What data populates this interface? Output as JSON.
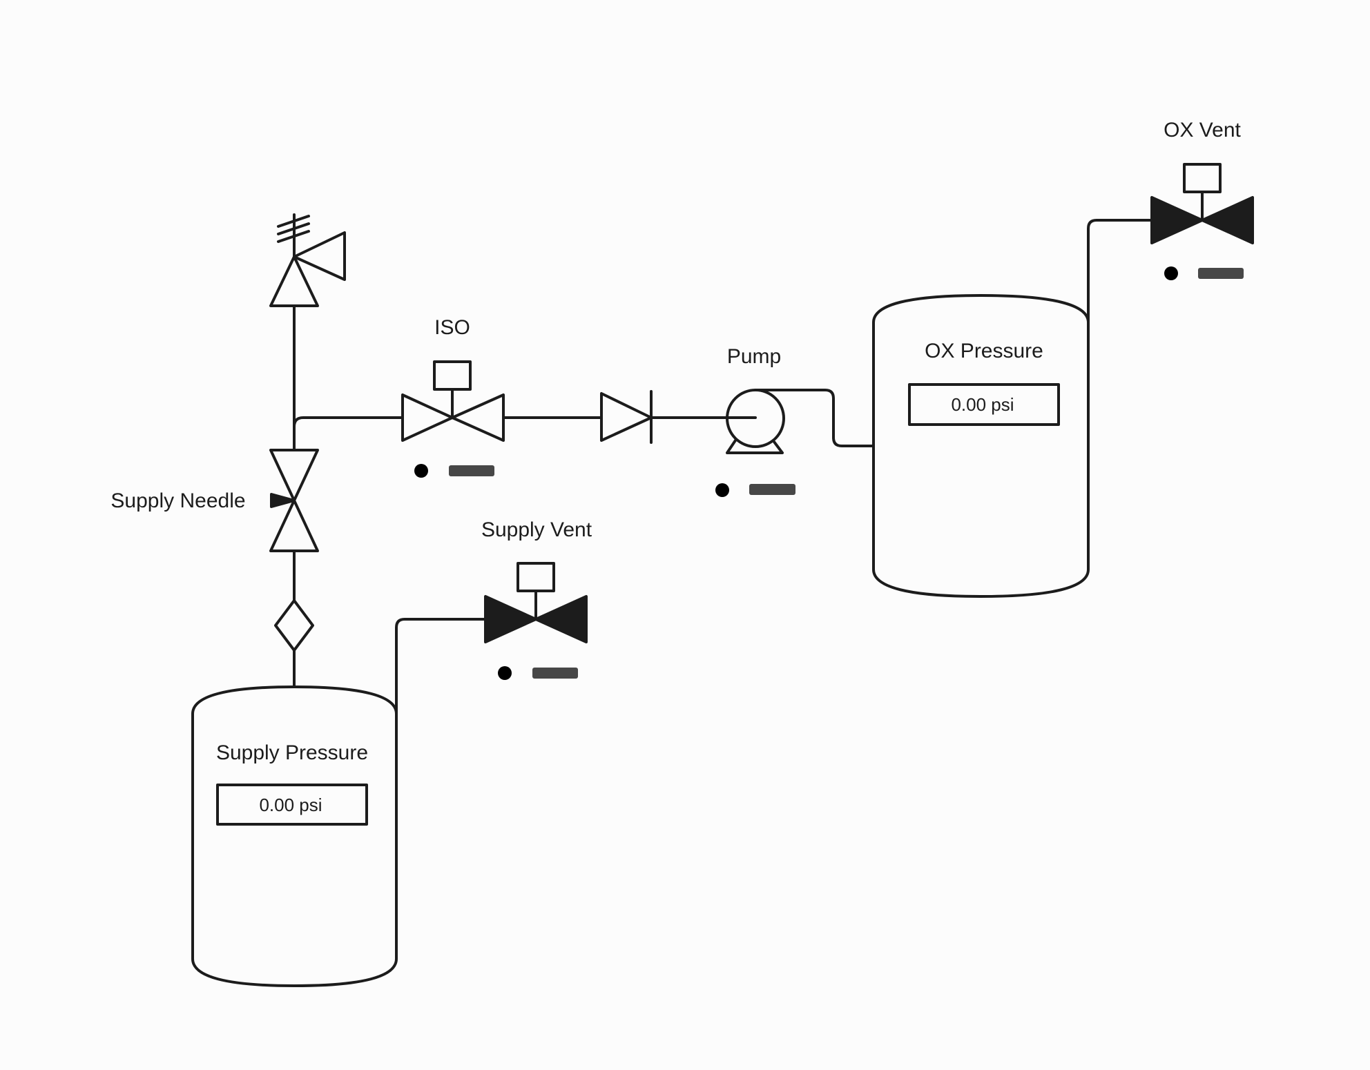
{
  "labels": {
    "supply_needle": "Supply Needle",
    "iso": "ISO",
    "pump": "Pump",
    "supply_vent": "Supply Vent",
    "ox_vent": "OX Vent"
  },
  "tanks": {
    "supply": {
      "title": "Supply Pressure",
      "readout": "0.00 psi"
    },
    "ox": {
      "title": "OX Pressure",
      "readout": "0.00 psi"
    }
  },
  "colors": {
    "line": "#1c1c1c",
    "background": "#fcfcfc",
    "indicator_dot": "#000000",
    "indicator_bar": "#474747"
  },
  "icons": {
    "relief_valve": "relief-valve-icon",
    "needle_valve": "needle-valve-icon",
    "filter": "filter-icon",
    "iso_valve": "solenoid-valve-icon",
    "check_valve": "check-valve-icon",
    "pump": "pump-icon",
    "supply_vent": "solenoid-valve-closed-icon",
    "ox_vent": "solenoid-valve-closed-icon"
  }
}
